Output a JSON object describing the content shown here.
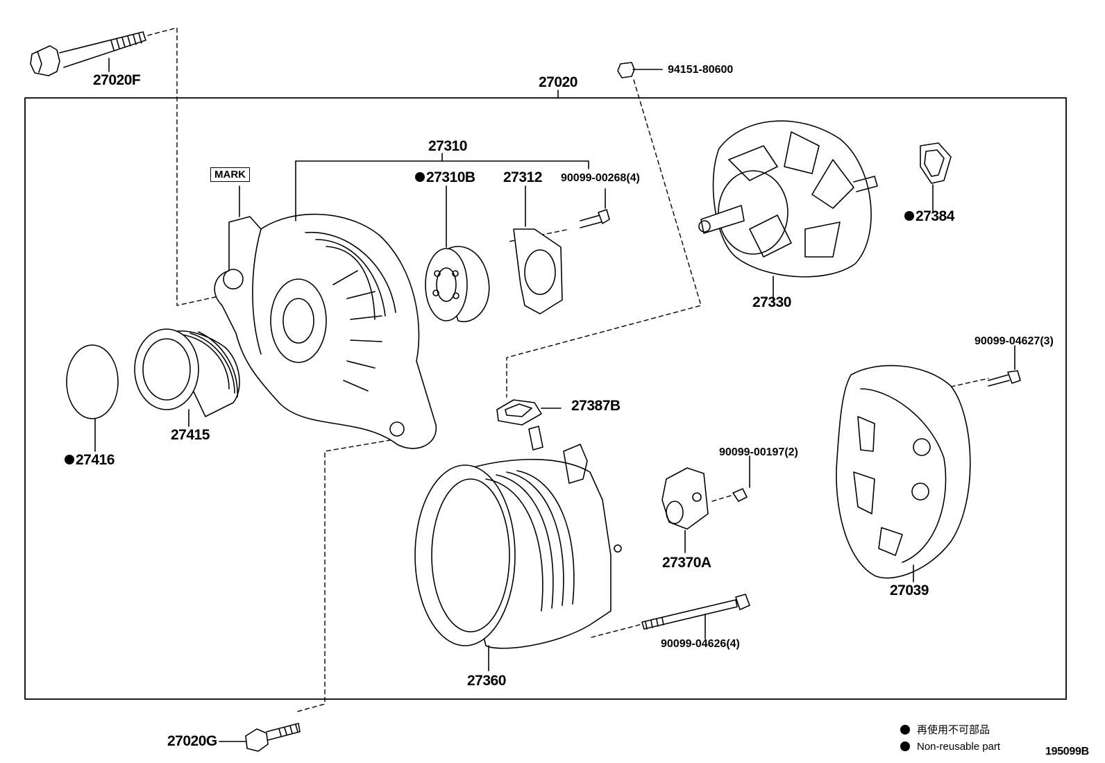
{
  "labels": {
    "p27020F": "27020F",
    "p27020": "27020",
    "p94151": "94151-80600",
    "p27310": "27310",
    "p27310B": "27310B",
    "p27312": "27312",
    "p90099_00268": "90099-00268(4)",
    "p27384": "27384",
    "p27330": "27330",
    "p90099_04627": "90099-04627(3)",
    "p27387B": "27387B",
    "p27415": "27415",
    "p27416": "27416",
    "p90099_00197": "90099-00197(2)",
    "p27370A": "27370A",
    "p27039": "27039",
    "p90099_04626": "90099-04626(4)",
    "p27360": "27360",
    "p27020G": "27020G"
  },
  "mark_label": "MARK",
  "legend": {
    "jp": "再使用不可部品",
    "en": "Non-reusable part"
  },
  "figure_id": "195099B"
}
